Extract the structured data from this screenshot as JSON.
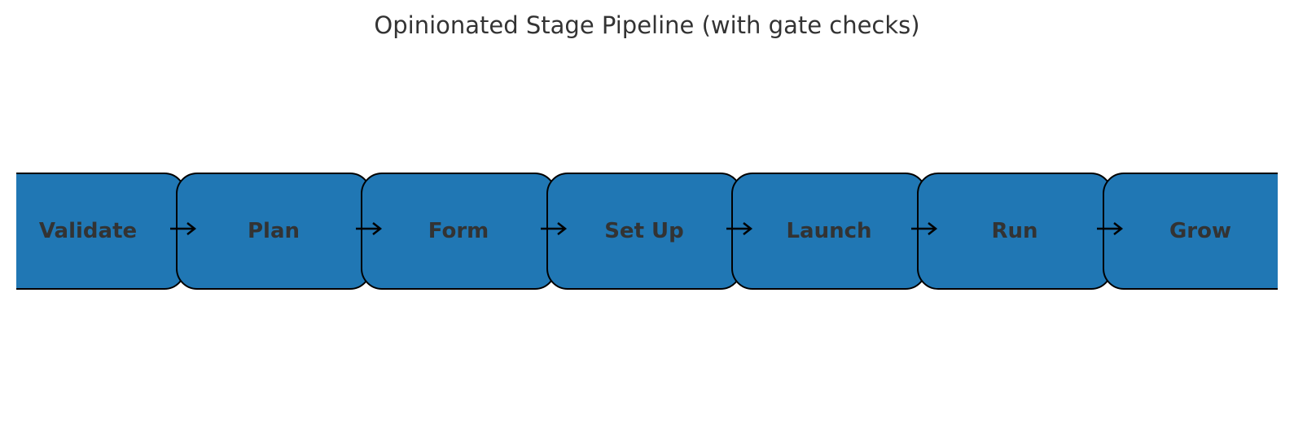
{
  "diagram": {
    "title": "Opinionated Stage Pipeline (with gate checks)",
    "box_color": "#2077b4",
    "border_color": "#000000",
    "text_color": "#333333",
    "stages": [
      {
        "label": "Validate"
      },
      {
        "label": "Plan"
      },
      {
        "label": "Form"
      },
      {
        "label": "Set Up"
      },
      {
        "label": "Launch"
      },
      {
        "label": "Run"
      },
      {
        "label": "Grow"
      }
    ],
    "connector": "arrow-right-icon"
  }
}
